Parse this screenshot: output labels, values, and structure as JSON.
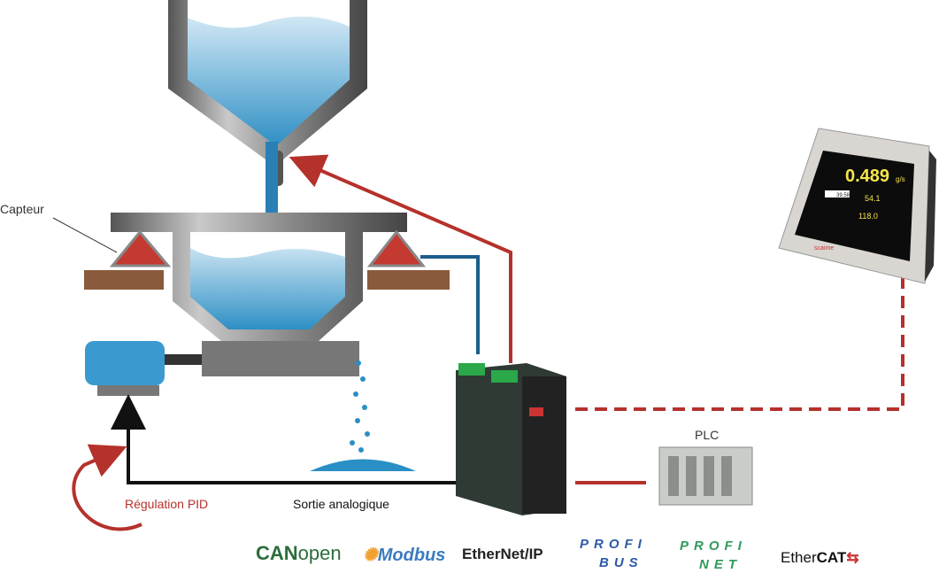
{
  "labels": {
    "sensor": "Capteur",
    "pid": "Régulation PID",
    "analog_output": "Sortie analogique",
    "plc": "PLC"
  },
  "hmi": {
    "main_value": "0.489",
    "main_unit": "g/s",
    "value_2": "54.1",
    "value_3": "118.0",
    "field_value": "39.58",
    "brand": "scaime"
  },
  "protocols": {
    "canopen_a": "CAN",
    "canopen_b": "open",
    "modbus": "Modbus",
    "ethernetip": "EtherNet/IP",
    "profibus_a": "PROFI",
    "profibus_b": "BUS",
    "profinet_a": "PROFI",
    "profinet_b": "NET",
    "ethercat_a": "Ether",
    "ethercat_b": "CAT"
  },
  "colors": {
    "red_line": "#b5312b",
    "blue_line": "#1a5e8c",
    "black_line": "#111111",
    "canopen": "#2a6e3a",
    "modbus": "#3a7cc0",
    "profibus": "#2c5aa8",
    "profinet": "#2f9a5a"
  }
}
